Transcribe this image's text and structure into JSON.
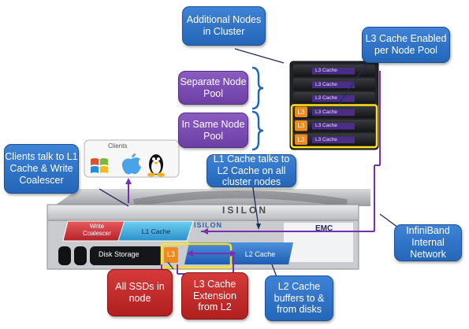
{
  "callouts": {
    "additional_nodes": "Additional  Nodes in Cluster",
    "l3_enabled": "L3 Cache Enabled per Node Pool",
    "separate_pool": "Separate Node Pool",
    "same_pool": "In Same Node Pool",
    "clients_talk": "Clients talk to L1 Cache & Write Coalescer",
    "l1_talks": "L1 Cache talks to L2 Cache on all cluster nodes",
    "infiniband": "InfiniBand Internal Network",
    "all_ssds": "All SSDs in node",
    "l3_extension": "L3 Cache Extension from L2",
    "l2_buffers": "L2 Cache buffers to & from disks"
  },
  "clients": {
    "title": "Clients"
  },
  "node": {
    "write_coalescer": "Write Coalescer",
    "l1_cache": "L1 Cache",
    "l2_cache": "L2 Cache",
    "l3": "L3",
    "disk_storage": "Disk Storage",
    "brand": "ISILON",
    "vendor": "EMC",
    "bezel_text": "ISILON"
  },
  "rack": {
    "rows": [
      {
        "label": "L3 Cache",
        "l3": false
      },
      {
        "label": "L3 Cache",
        "l3": false
      },
      {
        "label": "L3 Cache",
        "l3": false
      },
      {
        "label": "L3 Cache",
        "l3": true
      },
      {
        "label": "L3 Cache",
        "l3": true
      },
      {
        "label": "L3 Cache",
        "l3": true
      }
    ],
    "l3_badge": "L3"
  },
  "colors": {
    "blue": "#2a6fc6",
    "purple": "#7a4db5",
    "red": "#c22a2a",
    "orange": "#f08a1c",
    "yellow": "#ffe21a"
  }
}
